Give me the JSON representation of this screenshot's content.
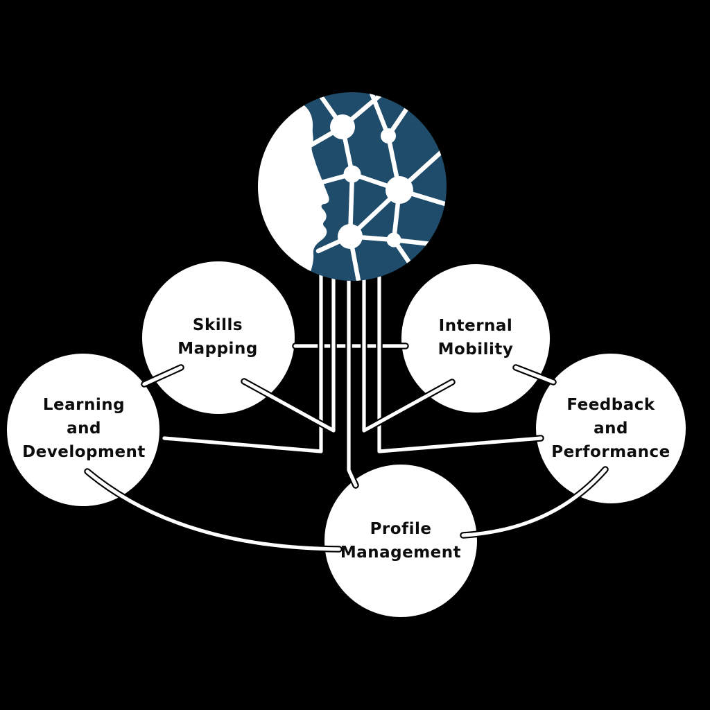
{
  "diagram": {
    "background_color": "#000000",
    "hub": {
      "name": "talent-intelligence-hub",
      "icon": "head-profile-network-icon",
      "fill_color": "#1f4c6a",
      "graphic_color": "#ffffff"
    },
    "node_style": {
      "fill_color": "#ffffff",
      "text_color": "#0c0c0c"
    },
    "connector_style": {
      "core_color": "#ffffff",
      "outline_color": "#000000"
    },
    "nodes": [
      {
        "id": "skills-mapping",
        "label": "Skills\nMapping"
      },
      {
        "id": "internal-mobility",
        "label": "Internal\nMobility"
      },
      {
        "id": "learning-and-development",
        "label": "Learning\nand\nDevelopment"
      },
      {
        "id": "feedback-and-performance",
        "label": "Feedback\nand\nPerformance"
      },
      {
        "id": "profile-management",
        "label": "Profile\nManagement"
      }
    ],
    "connections": [
      {
        "from": "hub",
        "to": "learning-and-development"
      },
      {
        "from": "hub",
        "to": "skills-mapping"
      },
      {
        "from": "hub",
        "to": "profile-management"
      },
      {
        "from": "hub",
        "to": "internal-mobility"
      },
      {
        "from": "hub",
        "to": "feedback-and-performance"
      },
      {
        "from": "skills-mapping",
        "to": "internal-mobility"
      },
      {
        "from": "learning-and-development",
        "to": "skills-mapping"
      },
      {
        "from": "internal-mobility",
        "to": "feedback-and-performance"
      },
      {
        "from": "learning-and-development",
        "to": "profile-management"
      },
      {
        "from": "feedback-and-performance",
        "to": "profile-management"
      }
    ]
  }
}
